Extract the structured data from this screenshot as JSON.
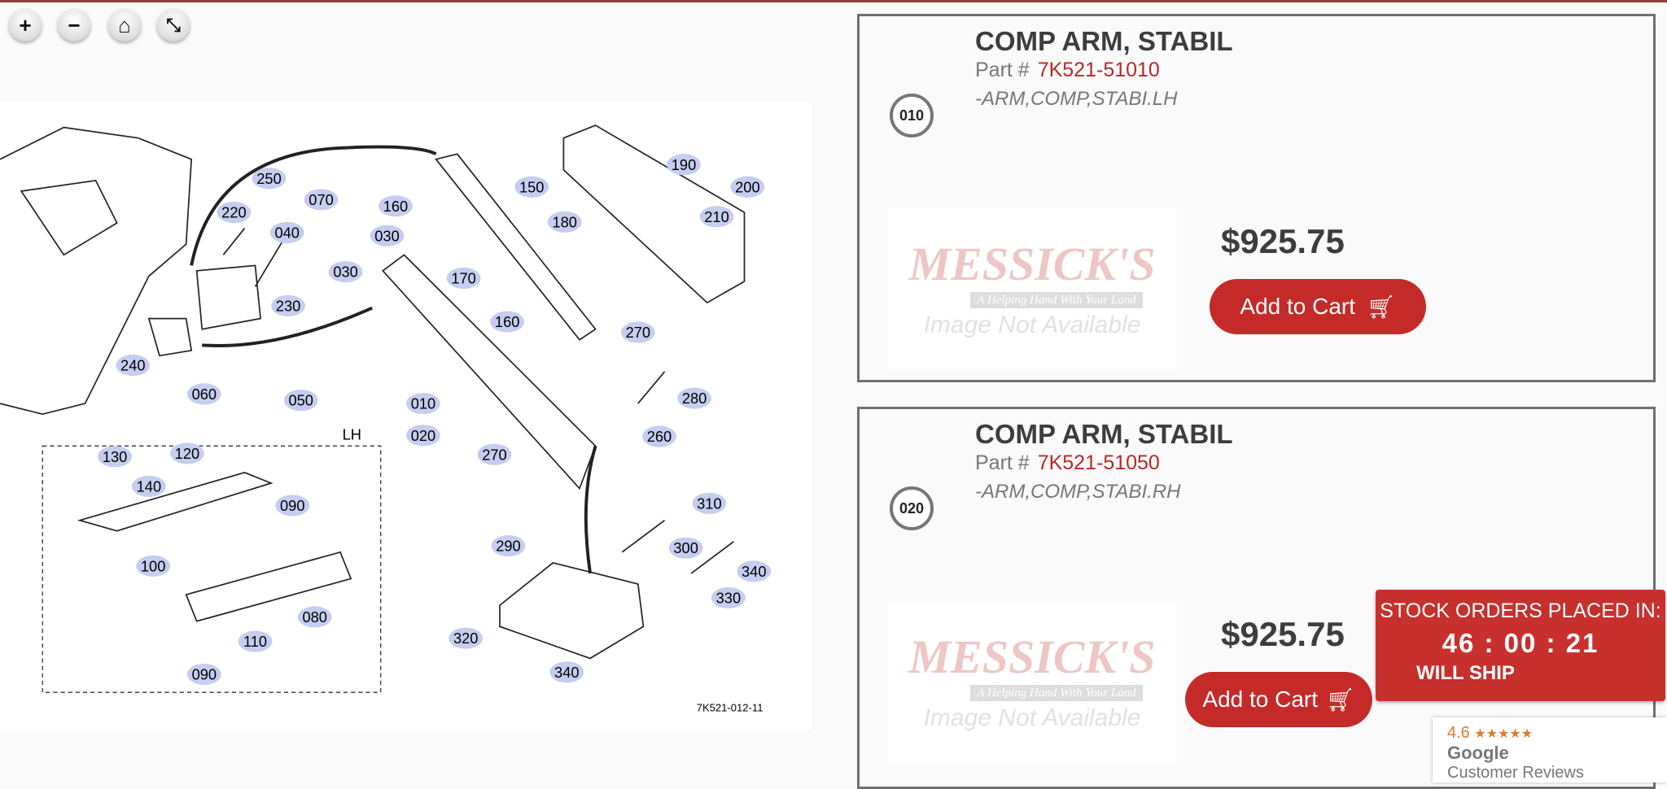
{
  "zoom_controls": {
    "zoom_in": "+",
    "zoom_out": "−",
    "home": "⌂",
    "fullscreen": "⤡"
  },
  "diagram": {
    "callouts": [
      "250",
      "070",
      "220",
      "040",
      "160",
      "150",
      "180",
      "190",
      "200",
      "210",
      "030",
      "030",
      "170",
      "230",
      "160",
      "270",
      "280",
      "240",
      "060",
      "050",
      "010",
      "020",
      "260",
      "270",
      "130",
      "140",
      "120",
      "090",
      "100",
      "080",
      "110",
      "090",
      "290",
      "310",
      "300",
      "340",
      "330",
      "320",
      "340"
    ],
    "inset_label": "LH",
    "drawing_number": "7K521-012-11"
  },
  "parts": [
    {
      "ref": "010",
      "title": "COMP ARM, STABIL",
      "part_label": "Part #",
      "part_number": "7K521-51010",
      "description": "-ARM,COMP,STABI.LH",
      "image_logo": "MESSICK'S",
      "image_tagline": "A Helping Hand With Your Land",
      "image_text": "Image Not Available",
      "price": "$925.75",
      "add_to_cart": "Add to Cart"
    },
    {
      "ref": "020",
      "title": "COMP ARM, STABIL",
      "part_label": "Part #",
      "part_number": "7K521-51050",
      "description": "-ARM,COMP,STABI.RH",
      "image_logo": "MESSICK'S",
      "image_tagline": "A Helping Hand With Your Land",
      "image_text": "Image Not Available",
      "price": "$925.75",
      "add_to_cart": "Add to Cart"
    }
  ],
  "stock_timer": {
    "heading": "STOCK ORDERS PLACED IN:",
    "countdown": "46 : 00 : 21",
    "note": "WILL SHIP"
  },
  "google_reviews": {
    "rating": "4.6",
    "stars": "★★★★★",
    "brand": "Google",
    "label": "Customer Reviews"
  },
  "colors": {
    "accent": "#c42b28",
    "callout": "#c5cdf0"
  }
}
